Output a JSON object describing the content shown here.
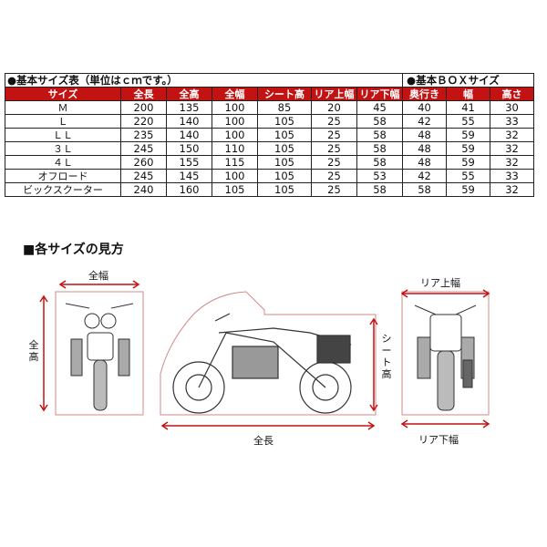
{
  "table": {
    "title_left": "●基本サイズ表（単位はｃｍです。）",
    "title_right": "●基本ＢＯＸサイズ",
    "headers": [
      "サイズ",
      "全長",
      "全高",
      "全幅",
      "シート高",
      "リア上幅",
      "リア下幅",
      "奥行き",
      "幅",
      "高さ"
    ],
    "rows": [
      [
        "Ｍ",
        "200",
        "135",
        "100",
        "85",
        "20",
        "45",
        "40",
        "41",
        "30"
      ],
      [
        "Ｌ",
        "220",
        "140",
        "100",
        "105",
        "25",
        "58",
        "42",
        "55",
        "33"
      ],
      [
        "ＬＬ",
        "235",
        "140",
        "100",
        "105",
        "25",
        "58",
        "48",
        "59",
        "32"
      ],
      [
        "３Ｌ",
        "245",
        "150",
        "110",
        "105",
        "25",
        "58",
        "48",
        "59",
        "32"
      ],
      [
        "４Ｌ",
        "260",
        "155",
        "115",
        "105",
        "25",
        "58",
        "48",
        "59",
        "32"
      ],
      [
        "オフロード",
        "245",
        "145",
        "100",
        "105",
        "25",
        "53",
        "42",
        "55",
        "33"
      ],
      [
        "ビックスクーター",
        "240",
        "160",
        "105",
        "105",
        "25",
        "58",
        "58",
        "59",
        "32"
      ]
    ]
  },
  "guide": {
    "title": "■各サイズの見方",
    "full_width": "全幅",
    "full_height": "全高",
    "full_length": "全長",
    "seat_height": "シート高",
    "rear_top_width": "リア上幅",
    "rear_bottom_width": "リア下幅"
  },
  "colors": {
    "accent": "#c21212",
    "panel_border": "#d08b8b"
  }
}
